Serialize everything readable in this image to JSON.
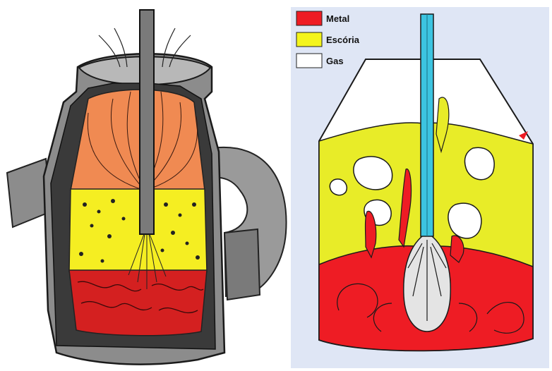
{
  "legend": {
    "items": [
      {
        "label": "Metal",
        "color": "#ee1c24"
      },
      {
        "label": "Escória",
        "color": "#f4f41c"
      },
      {
        "label": "Gas",
        "color": "#ffffff"
      }
    ]
  },
  "colors": {
    "furnace_shell": "#8c8c8c",
    "furnace_shell_light": "#b8b8b8",
    "refractory": "#3a3a3a",
    "gas_zone_left": "#f08a52",
    "slag_zone_left": "#f5ee22",
    "metal_zone_left": "#d42020",
    "lance_left": "#7a7a7a",
    "vessel_bg": "#dfe6f5",
    "vessel_outline": "#1a1a1a",
    "metal": "#ee1c24",
    "slag": "#e8ec28",
    "gas": "#ffffff",
    "lance_right": "#3cc4e0",
    "plume": "#e4e4e4"
  },
  "icons": [
    "furnace-cutaway-illustration",
    "oxygen-lance-icon",
    "gas-plume-icon"
  ]
}
